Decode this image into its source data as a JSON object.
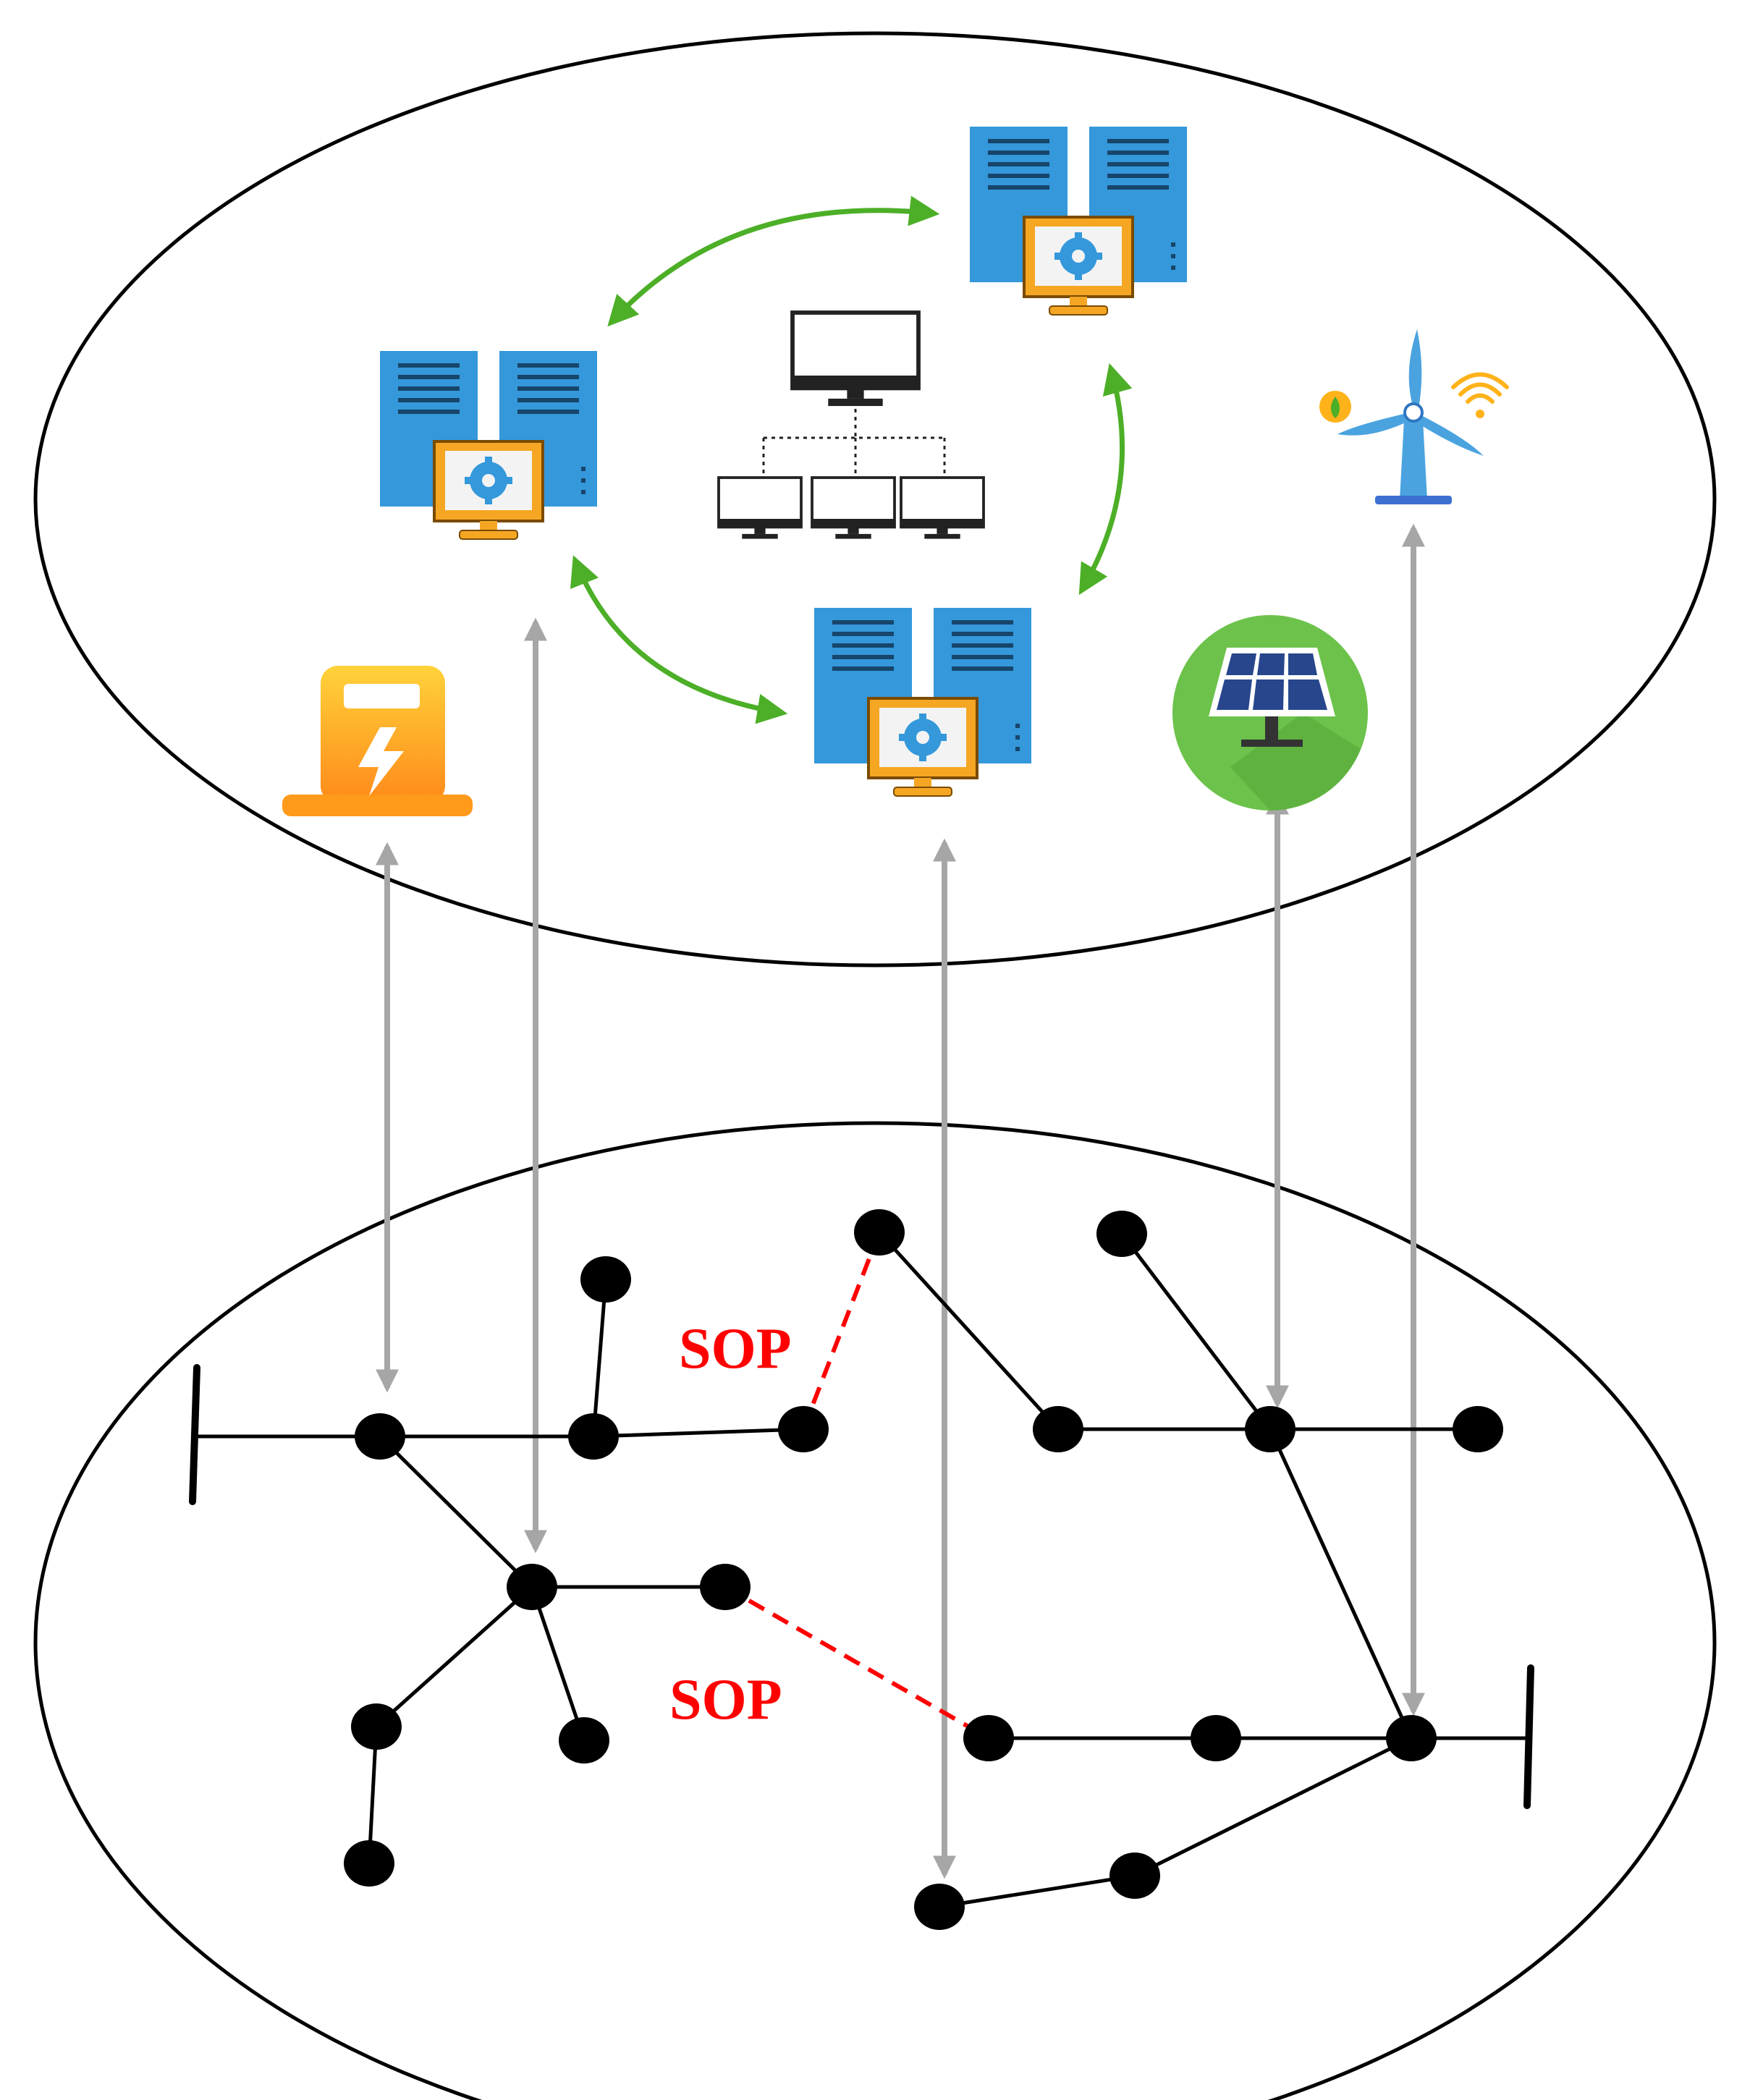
{
  "labels": {
    "sop_top": "SOP",
    "sop_bottom": "SOP"
  },
  "colors": {
    "outline": "#000000",
    "node": "#000000",
    "sop_link": "#ff0000",
    "sync_arrow": "#4caf27",
    "vertical_arrow": "#a6a6a6",
    "server_blue": "#3498db",
    "monitor_orange": "#f5a623",
    "charger_orange": "#ffb21a",
    "solar_green": "#6cc24a",
    "turbine_blue": "#4aa3df"
  },
  "icons": [
    "charging-station-icon",
    "server-icon",
    "computer-network-icon",
    "solar-panel-icon",
    "wind-turbine-icon"
  ],
  "layers": [
    "cyber-layer",
    "physical-distribution-network-layer"
  ]
}
